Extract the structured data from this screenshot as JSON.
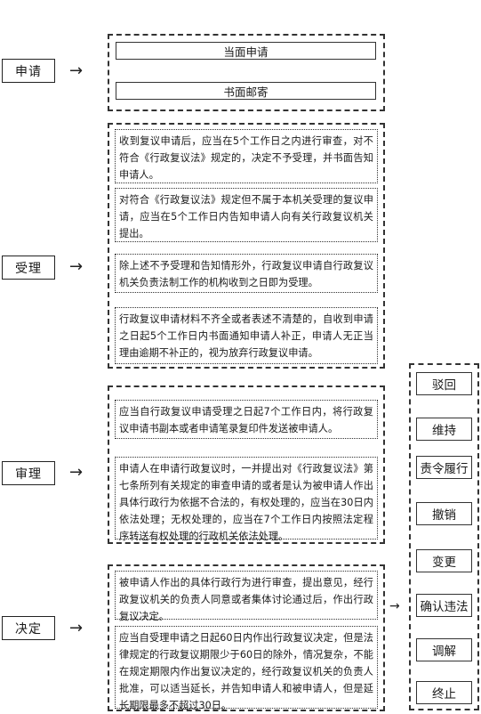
{
  "stages": [
    {
      "label": "申请"
    },
    {
      "label": "受理"
    },
    {
      "label": "审理"
    },
    {
      "label": "决定"
    }
  ],
  "arrow_glyph": "→",
  "application": {
    "methods": [
      "当面申请",
      "书面邮寄"
    ]
  },
  "acceptance": {
    "paragraphs": [
      "收到复议申请后，应当在5个工作日之内进行审查，对不符合《行政复议法》规定的，决定不予受理，并书面告知申请人。",
      "对符合《行政复议法》规定但不属于本机关受理的复议申请，应当在5个工作日内告知申请人向有关行政复议机关提出。",
      "除上述不予受理和告知情形外，行政复议申请自行政复议机关负责法制工作的机构收到之日即为受理。",
      "行政复议申请材料不齐全或者表述不清楚的，自收到申请之日起5个工作日内书面通知申请人补正，申请人无正当理由逾期不补正的，视为放弃行政复议申请。"
    ]
  },
  "review": {
    "paragraphs": [
      "应当自行政复议申请受理之日起7个工作日内，将行政复议申请书副本或者申请笔录复印件发送被申请人。",
      "申请人在申请行政复议时，一并提出对《行政复议法》第七条所列有关规定的审查申请的或者是认为被申请人作出具体行政行为依据不合法的，有权处理的，应当在30日内依法处理；无权处理的，应当在7个工作日内按照法定程序转送有权处理的行政机关依法处理。"
    ]
  },
  "decision": {
    "paragraphs": [
      "被申请人作出的具体行政行为进行审查，提出意见，经行政复议机关的负责人同意或者集体讨论通过后，作出行政复议决定。",
      "应当自受理申请之日起60日内作出行政复议决定，但是法律规定的行政复议期限少于60日的除外，情况复杂，不能在规定期限内作出复议决定的，经行政复议机关的负责人批准，可以适当延长，并告知申请人和被申请人，但是延长期限最多不超过30日。"
    ]
  },
  "outcomes": [
    "驳回",
    "维持",
    "责令履行",
    "撤销",
    "变更",
    "确认违法",
    "调解",
    "终止"
  ]
}
